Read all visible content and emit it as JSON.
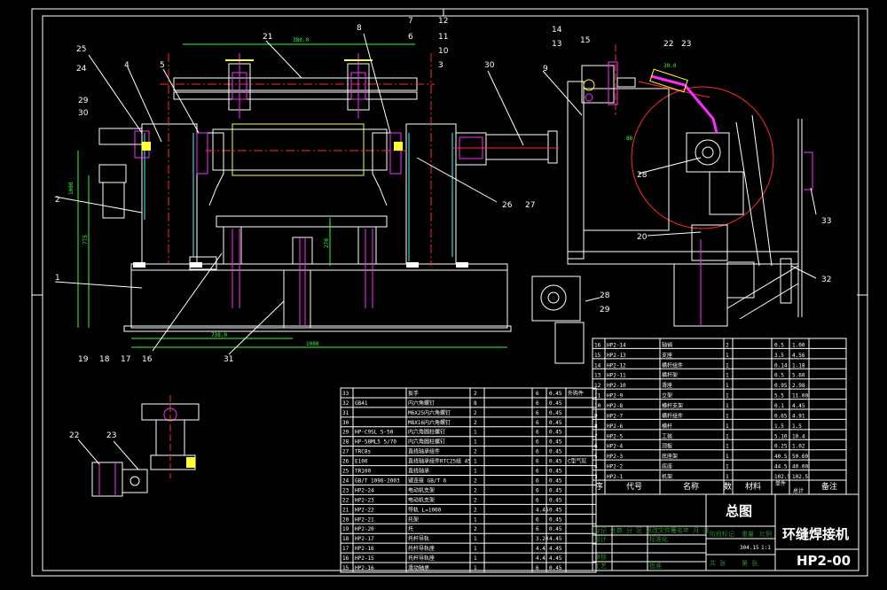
{
  "drawing": {
    "title_block": {
      "drawing_name": "总图",
      "machine_name": "环缝焊接机",
      "drawing_no": "HP2-00",
      "labels": [
        "标记",
        "处数",
        "分 区",
        "更改文件号",
        "签名",
        "年 月 日"
      ],
      "labels2": [
        "设计",
        "标准化",
        "审核",
        "工艺",
        "批准"
      ],
      "stage_labels": [
        "阶段标记",
        "重量",
        "比例"
      ],
      "weight": "304.15",
      "scale": "1:1",
      "sheet": [
        "共 张",
        "第 张"
      ],
      "grid_mark": "图"
    },
    "bom_header": {
      "seq": "序",
      "code": "代号",
      "name": "名称",
      "qty": "数",
      "material": "材料",
      "unit_wt": "单件",
      "total_wt": "总计",
      "note": "备注"
    },
    "bom_right": [
      {
        "seq": "16",
        "code": "HP2-14",
        "name": "轴销",
        "qty": "2",
        "a": "0.5",
        "b": "1.00"
      },
      {
        "seq": "15",
        "code": "HP2-13",
        "name": "支座",
        "qty": "1",
        "a": "3.5",
        "b": "4.56"
      },
      {
        "seq": "14",
        "code": "HP2-12",
        "name": "横杆组件",
        "qty": "1",
        "a": "0.14",
        "b": "1.18"
      },
      {
        "seq": "13",
        "code": "HP2-11",
        "name": "横杆架",
        "qty": "1",
        "a": "0.5",
        "b": "5.60"
      },
      {
        "seq": "12",
        "code": "HP2-10",
        "name": "滑座",
        "qty": "1",
        "a": "0.95",
        "b": "2.98"
      },
      {
        "seq": "11",
        "code": "HP2-9",
        "name": "立架",
        "qty": "1",
        "a": "5.5",
        "b": "11.00"
      },
      {
        "seq": "10",
        "code": "HP2-8",
        "name": "横杆支架",
        "qty": "1",
        "a": "0.1",
        "b": "4.45"
      },
      {
        "seq": "9",
        "code": "HP2-7",
        "name": "横杆组件",
        "qty": "1",
        "a": "0.65",
        "b": "4.91"
      },
      {
        "seq": "8",
        "code": "HP2-6",
        "name": "横杆",
        "qty": "1",
        "a": "1.5",
        "b": "1.5"
      },
      {
        "seq": "7",
        "code": "HP2-5",
        "name": "工装",
        "qty": "1",
        "a": "5.10",
        "b": "10.4"
      },
      {
        "seq": "6",
        "code": "HP2-4",
        "name": "顶板",
        "qty": "1",
        "a": "0.25",
        "b": "1.02"
      },
      {
        "seq": "5",
        "code": "HP2-3",
        "name": "底座架",
        "qty": "1",
        "a": "40.5",
        "b": "50.60"
      },
      {
        "seq": "4",
        "code": "HP2-2",
        "name": "底座",
        "qty": "1",
        "a": "44.5",
        "b": "40.00"
      },
      {
        "seq": "3",
        "code": "HP2-1",
        "name": "机架",
        "qty": "1",
        "a": "102.5",
        "b": "102.5"
      }
    ],
    "bom_left": [
      {
        "seq": "33",
        "code": "",
        "name": "扳手",
        "qty": "2",
        "c": "6",
        "d": "0.45",
        "note": "外购件"
      },
      {
        "seq": "32",
        "code": "GB41",
        "name": "内六角螺钉",
        "qty": "8",
        "c": "6",
        "d": "0.45",
        "note": ""
      },
      {
        "seq": "31",
        "code": "",
        "name": "M6X25内六角螺钉",
        "qty": "2",
        "c": "6",
        "d": "0.45",
        "note": ""
      },
      {
        "seq": "30",
        "code": "",
        "name": "M8X16内六角螺钉",
        "qty": "2",
        "c": "6",
        "d": "0.45",
        "note": ""
      },
      {
        "seq": "29",
        "code": "HP-C9SL 5-50",
        "name": "内六角圆柱螺钉",
        "qty": "1",
        "c": "6",
        "d": "0.45",
        "note": ""
      },
      {
        "seq": "28",
        "code": "HP-58ML5 5/70",
        "name": "内六角圆柱螺钉",
        "qty": "1",
        "c": "6",
        "d": "0.45",
        "note": ""
      },
      {
        "seq": "27",
        "code": "TRC8s",
        "name": "直线轴承组件",
        "qty": "2",
        "c": "6",
        "d": "0.45",
        "note": ""
      },
      {
        "seq": "26",
        "code": "E100",
        "name": "直线轴承组件RTC25组 45",
        "qty": "1",
        "c": "6",
        "d": "0.45",
        "note": "C型气缸"
      },
      {
        "seq": "25",
        "code": "TR100",
        "name": "直线轴承",
        "qty": "1",
        "c": "6",
        "d": "0.45",
        "note": ""
      },
      {
        "seq": "24",
        "code": "GB/T 1096-2003",
        "name": "键连接 GB/T 6",
        "qty": "2",
        "c": "6",
        "d": "0.45",
        "note": ""
      },
      {
        "seq": "23",
        "code": "HP2-24",
        "name": "电动机支架",
        "qty": "2",
        "c": "6",
        "d": "0.45",
        "note": ""
      },
      {
        "seq": "22",
        "code": "HP2-23",
        "name": "电动机支架",
        "qty": "2",
        "c": "6",
        "d": "0.45",
        "note": ""
      },
      {
        "seq": "21",
        "code": "HP2-22",
        "name": "导轨 L=1000",
        "qty": "2",
        "c": "4.45",
        "d": "0.45",
        "note": ""
      },
      {
        "seq": "20",
        "code": "HP2-21",
        "name": "托架",
        "qty": "1",
        "c": "6",
        "d": "0.45",
        "note": ""
      },
      {
        "seq": "19",
        "code": "HP2-20",
        "name": "托",
        "qty": "2",
        "c": "6",
        "d": "0.45",
        "note": ""
      },
      {
        "seq": "18",
        "code": "HP2-17",
        "name": "托杆导轨",
        "qty": "1",
        "c": "3.20",
        "d": "4.45",
        "note": ""
      },
      {
        "seq": "17",
        "code": "HP2-16",
        "name": "托杆导轨座",
        "qty": "1",
        "c": "4.4",
        "d": "4.45",
        "note": ""
      },
      {
        "seq": "16",
        "code": "HP2-15",
        "name": "托杆导轨座",
        "qty": "1",
        "c": "4.4",
        "d": "4.45",
        "note": ""
      },
      {
        "seq": "15",
        "code": "HP2-16",
        "name": "滑动轴承",
        "qty": "1",
        "c": "6",
        "d": "0.45",
        "note": ""
      }
    ],
    "part_balloons": {
      "front": [
        "25",
        "24",
        "29",
        "30",
        "4",
        "5",
        "21",
        "8",
        "7",
        "6",
        "12",
        "11",
        "10",
        "3",
        "30",
        "2",
        "1",
        "19",
        "18",
        "17",
        "16",
        "31",
        "26",
        "27"
      ],
      "side": [
        "14",
        "13",
        "15",
        "22",
        "23",
        "9",
        "28",
        "20",
        "33",
        "32",
        "28",
        "29"
      ],
      "detail": [
        "22",
        "23"
      ]
    },
    "dimensions": {
      "d_top": "380.0",
      "d_base_left": "738.0",
      "d_base_total": "1000",
      "d_height1": "1000",
      "d_height2": "775",
      "d_height3": "270",
      "d_side": "88",
      "d_angle": "30.0"
    },
    "colors": {
      "line": "#ffffff",
      "red": "#ff2a2a",
      "magenta": "#ff2cff",
      "yellow": "#ffff33",
      "green": "#33ff33",
      "cyan": "#33ffff",
      "title_green": "#2e8b2e"
    }
  }
}
